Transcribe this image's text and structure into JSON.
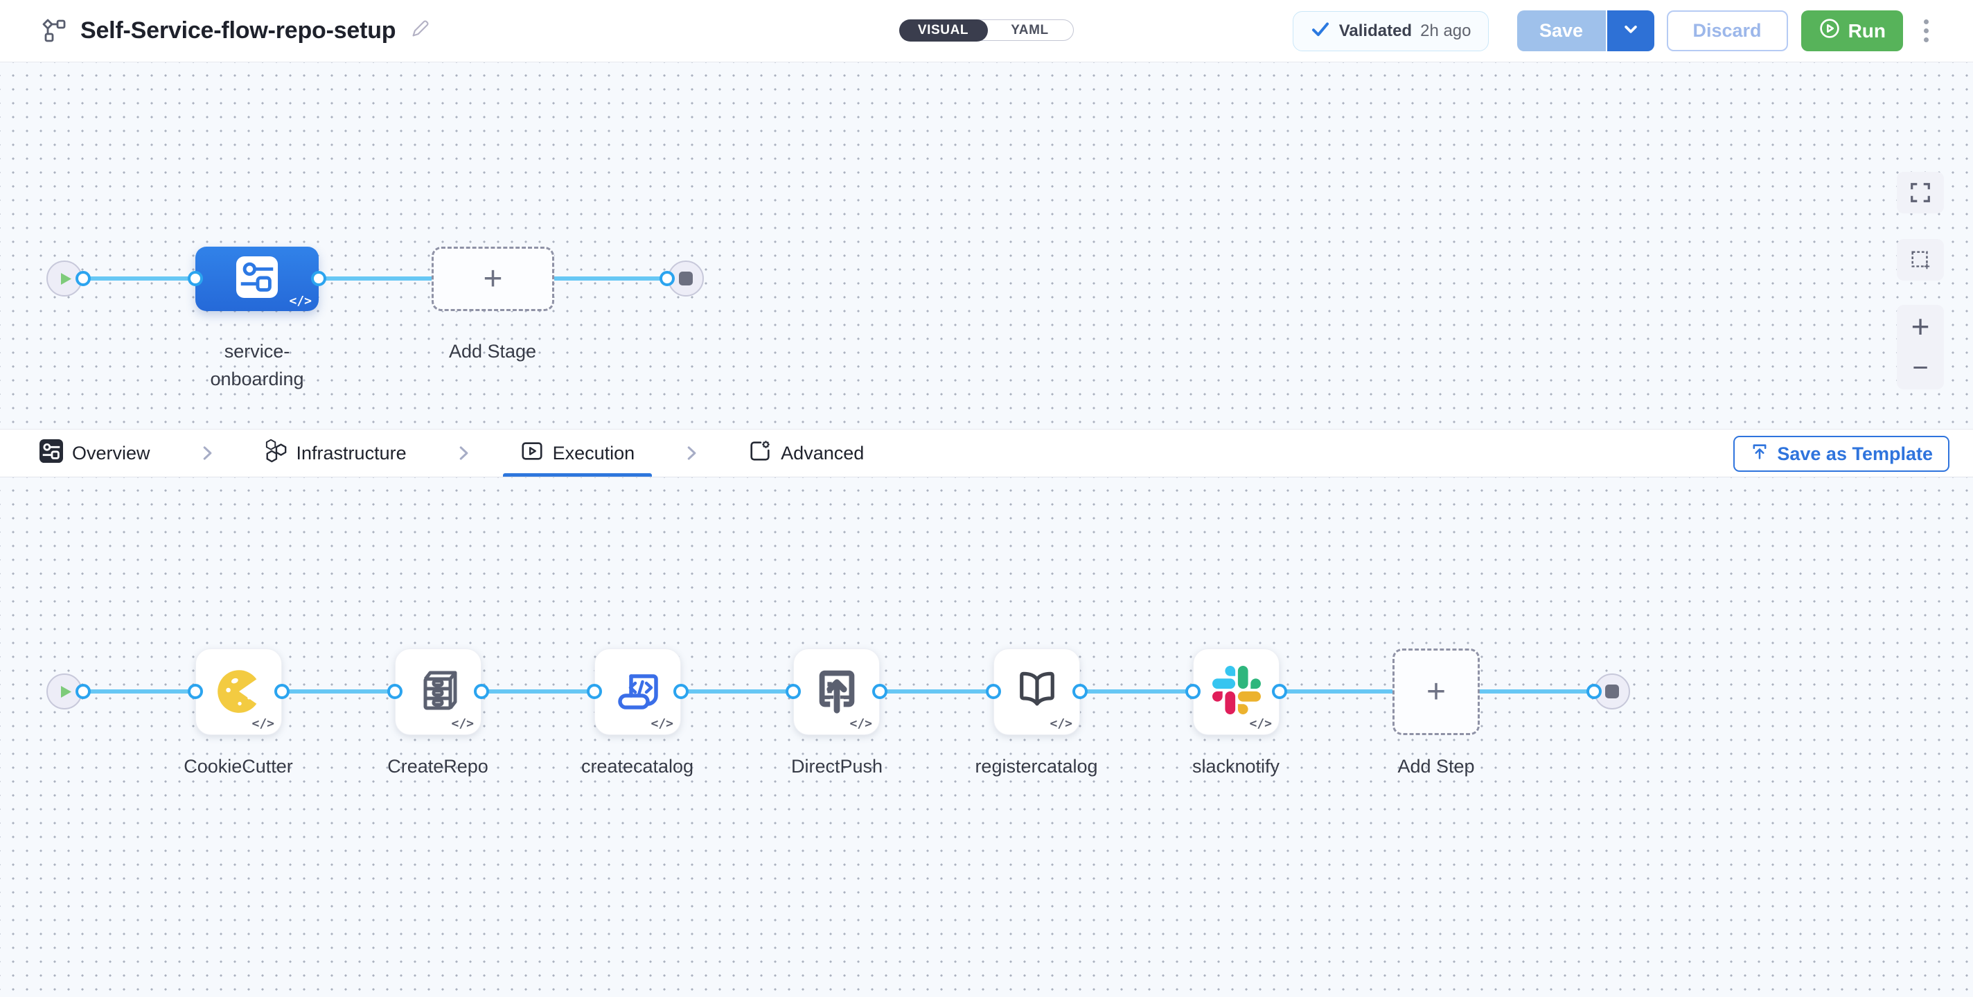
{
  "header": {
    "title": "Self-Service-flow-repo-setup",
    "mode_toggle": {
      "visual": "VISUAL",
      "yaml": "YAML"
    },
    "validation": {
      "status": "Validated",
      "time": "2h ago"
    },
    "buttons": {
      "save": "Save",
      "discard": "Discard",
      "run": "Run"
    }
  },
  "tabs": {
    "overview": "Overview",
    "infrastructure": "Infrastructure",
    "execution": "Execution",
    "advanced": "Advanced",
    "save_as_template": "Save as Template"
  },
  "stage_pipeline": {
    "stage_label": "service-onboarding",
    "add_stage_label": "Add Stage"
  },
  "step_pipeline": {
    "steps": [
      {
        "label": "CookieCutter"
      },
      {
        "label": "CreateRepo"
      },
      {
        "label": "createcatalog"
      },
      {
        "label": "DirectPush"
      },
      {
        "label": "registercatalog"
      },
      {
        "label": "slacknotify"
      }
    ],
    "add_step_label": "Add Step"
  },
  "glyphs": {
    "code": "</>",
    "zoom_in": "+",
    "zoom_out": "−"
  },
  "colors": {
    "accent_blue": "#2e77dd",
    "edge_blue": "#67c7f4",
    "port_blue": "#2ba4ef",
    "stage_blue": "#2d79e4",
    "run_green": "#57b35a",
    "slack_blue": "#36C5F0",
    "slack_green": "#2EB67D",
    "slack_red": "#E01E5A",
    "slack_yellow": "#ECB22E",
    "cookie_yellow": "#f3cb41"
  }
}
